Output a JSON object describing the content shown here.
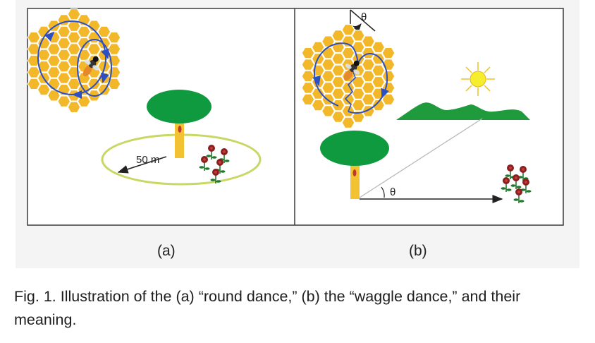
{
  "panels": {
    "a": {
      "label": "(a)",
      "distance_label": "50 m"
    },
    "b": {
      "label": "(b)",
      "angle_symbol_top": "θ",
      "angle_symbol_bottom": "θ"
    }
  },
  "caption": "Fig. 1. Illustration of the (a) “round dance,” (b) the “waggle dance,” and their meaning.",
  "colors": {
    "honeycomb": "#f3b72a",
    "tree_crown": "#0f9a3f",
    "tree_trunk": "#f2c232",
    "flight_ring": "#c9d765",
    "dance_path": "#2b4fc4",
    "sun": "#f6ee2c",
    "hills": "#1f9a3c",
    "flower": "#8a1f1f",
    "frame_bg": "#f4f4f4"
  },
  "icons": [
    "honeycomb-icon",
    "bee-icon",
    "tree-icon",
    "flower-icon",
    "sun-icon",
    "hills-icon"
  ]
}
